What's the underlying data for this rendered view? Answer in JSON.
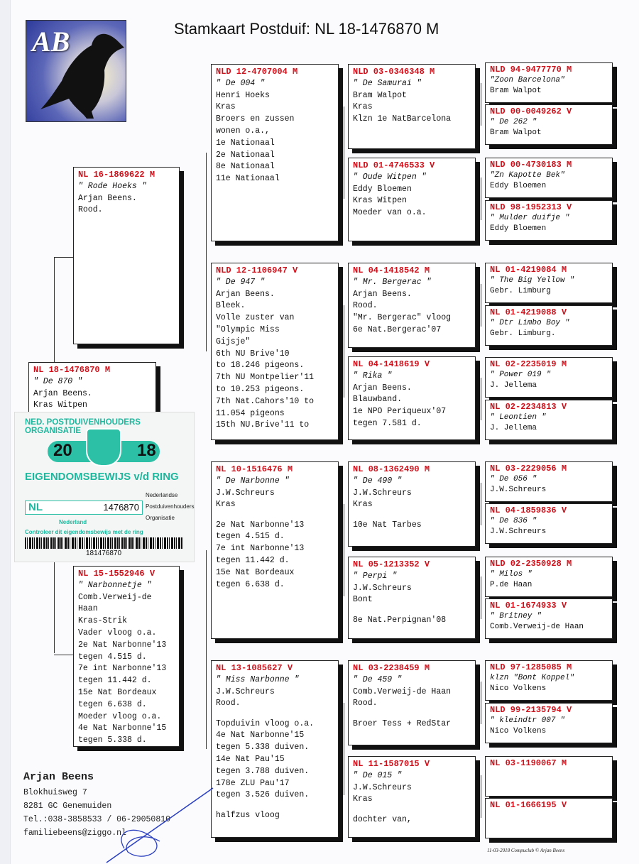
{
  "logo": {
    "text": "AB"
  },
  "title": "Stamkaart Postduif: NL  18-1476870 M",
  "pigeons": [
    {
      "id": "subject",
      "ring": "NL  18-1476870 M",
      "lines": [
        "\" De 870 \"",
        "Arjan Beens.",
        "Kras Witpen"
      ]
    },
    {
      "id": "sire",
      "ring": "NL  16-1869622 M",
      "lines": [
        "\" Rode Hoeks \"",
        "Arjan Beens.",
        "Rood."
      ]
    },
    {
      "id": "dam",
      "ring": "NL  15-1552946 V",
      "lines": [
        "\" Narbonnetje \"",
        "Comb.Verweij-de Haan",
        "Kras-Strik",
        "Vader vloog o.a.",
        "2e Nat Narbonne'13",
        "tegen 4.515 d.",
        "7e int Narbonne'13",
        "tegen 11.442 d.",
        "15e Nat Bordeaux",
        "tegen 6.638 d.",
        "Moeder vloog o.a.",
        "4e Nat Narbonne'15",
        "tegen 5.338 d."
      ]
    },
    {
      "id": "ss",
      "ring": "NLD 12-4707004 M",
      "lines": [
        "\" De 004 \"",
        "Henri Hoeks",
        "Kras",
        "Broers en zussen",
        "wonen o.a.,",
        "1e Nationaal",
        "2e Nationaal",
        "8e Nationaal",
        "11e Nationaal"
      ]
    },
    {
      "id": "sd",
      "ring": "NLD 12-1106947 V",
      "lines": [
        "\" De 947 \"",
        "Arjan Beens.",
        "Bleek.",
        "Volle zuster van",
        "\"Olympic Miss",
        "Gijsje\"",
        "6th NU Brive'10",
        "to 18.246 pigeons.",
        "7th NU Montpelier'11",
        "to 10.253 pigeons.",
        "7th Nat.Cahors'10 to",
        "11.054 pigeons",
        "15th NU.Brive'11 to"
      ]
    },
    {
      "id": "ds",
      "ring": "NL  10-1516476 M",
      "lines": [
        "\" De Narbonne \"",
        "J.W.Schreurs",
        "Kras",
        "",
        "2e Nat Narbonne'13",
        "tegen 4.515 d.",
        "7e int Narbonne'13",
        "tegen 11.442 d.",
        "15e Nat Bordeaux",
        "tegen 6.638 d."
      ]
    },
    {
      "id": "dd",
      "ring": "NL  13-1085627 V",
      "lines": [
        "\" Miss Narbonne \"",
        "J.W.Schreurs",
        "Rood.",
        "",
        "Topduivin vloog o.a.",
        "4e Nat Narbonne'15",
        "tegen 5.338 duiven.",
        "14e Nat Pau'15",
        "tegen 3.788 duiven.",
        "178e ZLU Pau'17",
        "tegen 3.526 duiven.",
        "",
        "halfzus vloog"
      ]
    },
    {
      "id": "sss",
      "ring": "NLD 03-0346348 M",
      "lines": [
        "\" De Samurai \"",
        "Bram Walpot",
        "Kras",
        "Klzn 1e NatBarcelona"
      ]
    },
    {
      "id": "ssd",
      "ring": "NLD 01-4746533 V",
      "lines": [
        "\" Oude Witpen \"",
        "Eddy Bloemen",
        "Kras Witpen",
        "Moeder van o.a."
      ]
    },
    {
      "id": "sds",
      "ring": "NL  04-1418542 M",
      "lines": [
        "\" Mr. Bergerac \"",
        "Arjan Beens.",
        "Rood.",
        "\"Mr. Bergerac\" vloog",
        "6e Nat.Bergerac'07"
      ]
    },
    {
      "id": "sdd",
      "ring": "NL  04-1418619 V",
      "lines": [
        "\" Rika \"",
        "Arjan Beens.",
        "Blauwband.",
        "1e NPO Periqueux'07",
        "tegen 7.581 d."
      ]
    },
    {
      "id": "dss",
      "ring": "NL  08-1362490 M",
      "lines": [
        "\" De 490 \"",
        "J.W.Schreurs",
        "Kras",
        "",
        "10e Nat Tarbes"
      ]
    },
    {
      "id": "dsd",
      "ring": "NL  05-1213352 V",
      "lines": [
        "\" Perpi \"",
        "J.W.Schreurs",
        "Bont",
        "",
        "8e Nat.Perpignan'08"
      ]
    },
    {
      "id": "dds",
      "ring": "NL  03-2238459 M",
      "lines": [
        "\" De 459 \"",
        "Comb.Verweij-de Haan",
        "Rood.",
        "",
        "Broer Tess + RedStar"
      ]
    },
    {
      "id": "ddd",
      "ring": "NL  11-1587015 V",
      "lines": [
        "\" De 015 \"",
        "J.W.Schreurs",
        "Kras",
        "",
        "dochter van,"
      ]
    },
    {
      "id": "g5-1",
      "ring": "NLD 94-9477770 M",
      "lines": [
        "\"Zoon Barcelona\"",
        "Bram Walpot"
      ]
    },
    {
      "id": "g5-2",
      "ring": "NLD 00-0049262 V",
      "lines": [
        "\" De 262 \"",
        "Bram Walpot"
      ]
    },
    {
      "id": "g5-3",
      "ring": "NLD 00-4730183 M",
      "lines": [
        "\"Zn Kapotte Bek\"",
        "Eddy Bloemen"
      ]
    },
    {
      "id": "g5-4",
      "ring": "NLD 98-1952313 V",
      "lines": [
        "\" Mulder duifje \"",
        "Eddy Bloemen"
      ]
    },
    {
      "id": "g5-5",
      "ring": "NL  01-4219084 M",
      "lines": [
        "\" The Big Yellow \"",
        "Gebr. Limburg"
      ]
    },
    {
      "id": "g5-6",
      "ring": "NL  01-4219088 V",
      "lines": [
        "\" Dtr Limbo Boy \"",
        "Gebr. Limburg."
      ]
    },
    {
      "id": "g5-7",
      "ring": "NL  02-2235019 M",
      "lines": [
        "\" Power 019 \"",
        "J. Jellema"
      ]
    },
    {
      "id": "g5-8",
      "ring": "NL  02-2234813 V",
      "lines": [
        "\" Leontien \"",
        "J. Jellema"
      ]
    },
    {
      "id": "g5-9",
      "ring": "NL  03-2229056 M",
      "lines": [
        "\" De 056 \"",
        "J.W.Schreurs"
      ]
    },
    {
      "id": "g5-10",
      "ring": "NL  04-1859836 V",
      "lines": [
        "\" De 836 \"",
        "J.W.Schreurs"
      ]
    },
    {
      "id": "g5-11",
      "ring": "NLD 02-2350928 M",
      "lines": [
        "\" Milos \"",
        "P.de Haan"
      ]
    },
    {
      "id": "g5-12",
      "ring": "NL  01-1674933 V",
      "lines": [
        "\" Britney \"",
        "Comb.Verweij-de Haan"
      ]
    },
    {
      "id": "g5-13",
      "ring": "NLD 97-1285085 M",
      "lines": [
        "klzn \"Bont Koppel\"",
        "Nico Volkens"
      ]
    },
    {
      "id": "g5-14",
      "ring": "NLD 99-2135794 V",
      "lines": [
        "\" kleindtr 007 \"",
        "Nico Volkens"
      ]
    },
    {
      "id": "g5-15",
      "ring": "NL  03-1190067 M",
      "lines": []
    },
    {
      "id": "g5-16",
      "ring": "NL  01-1666195 V",
      "lines": []
    }
  ],
  "ring_card": {
    "org": "NED. POSTDUIVENHOUDERS ORGANISATIE",
    "year_left": "20",
    "year_right": "18",
    "title": "EIGENDOMSBEWIJS v/d RING",
    "country": "NL",
    "number": "1476870",
    "npo": [
      "Nederlandse",
      "Postduivenhouders",
      "Organisatie"
    ],
    "nederland": "Nederland",
    "control": "Controleer dit eigendomsbewijs met de ring",
    "barcode": "181476870"
  },
  "owner": {
    "name": "Arjan Beens",
    "address": "Blokhuisweg 7",
    "city": "8281 GC  Genemuiden",
    "phone": "Tel.:038-3858533 / 06-29050810",
    "email": "familiebeens@ziggo.nl"
  },
  "footer": "11-03-2018   Compuclub © Arjan Beens"
}
